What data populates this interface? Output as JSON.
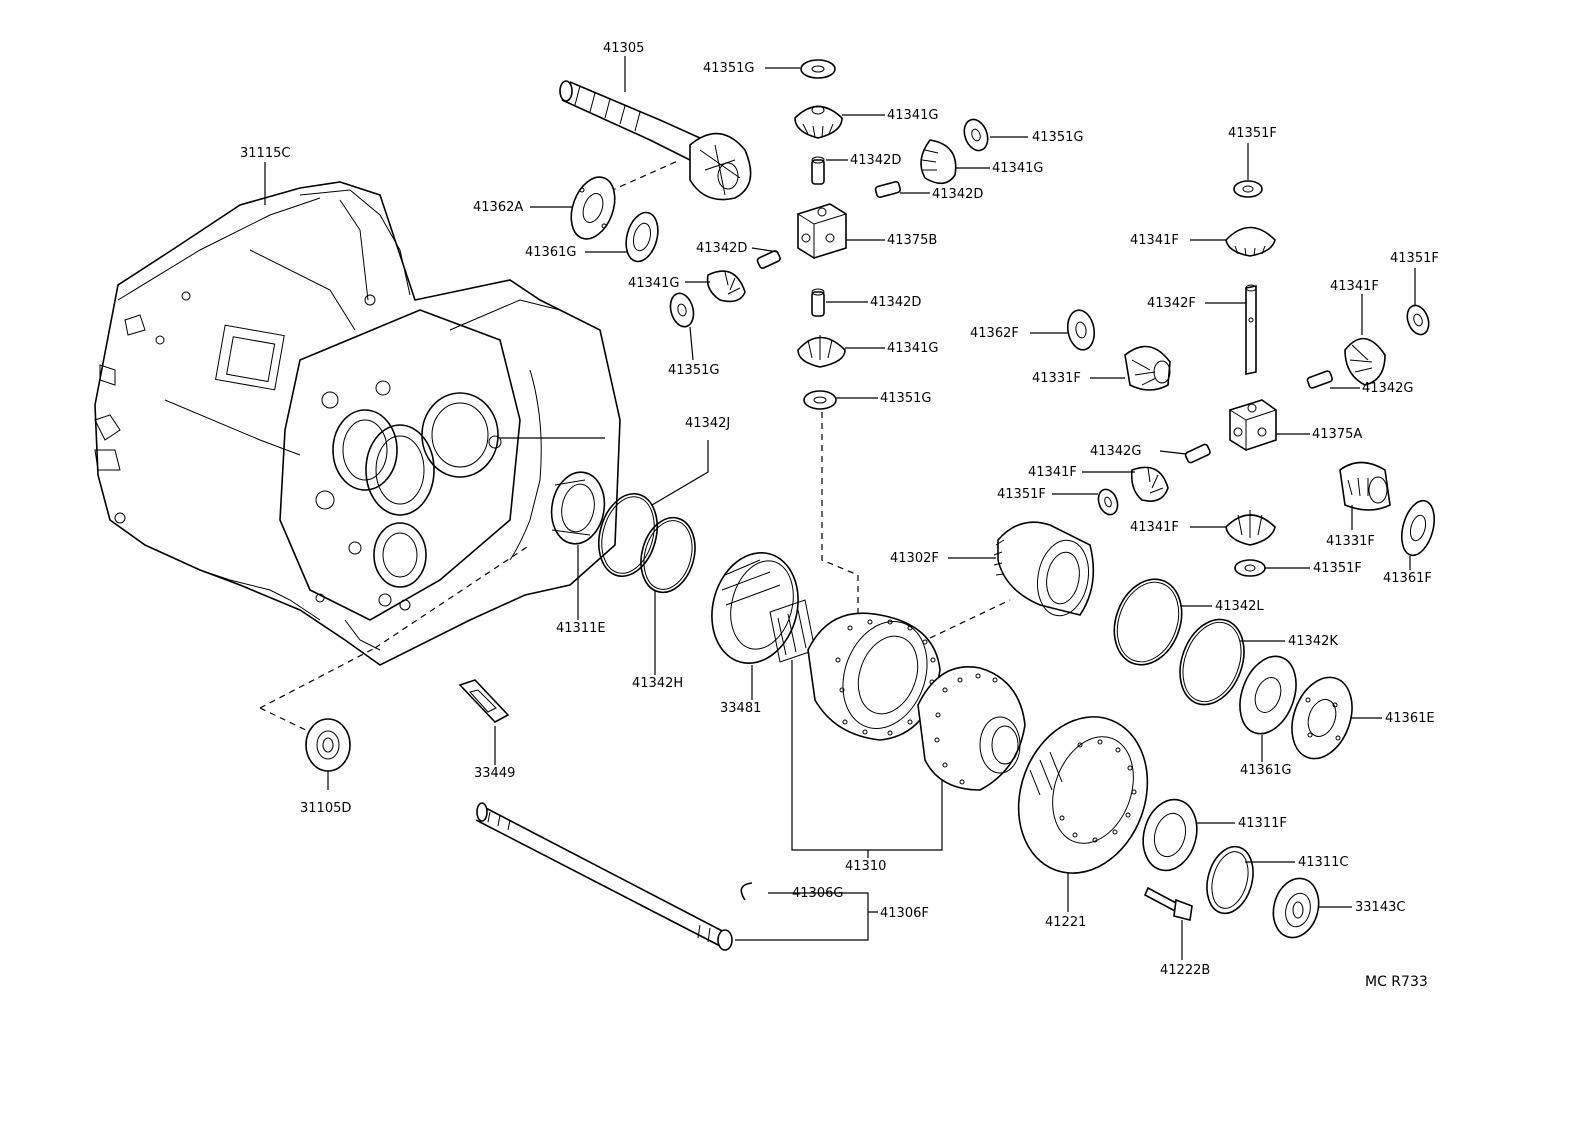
{
  "labels": {
    "l_41305": "41305",
    "l_41351G_a": "41351G",
    "l_41341G_a": "41341G",
    "l_41351G_b": "41351G",
    "l_41342D_a": "41342D",
    "l_41341G_b": "41341G",
    "l_41342D_b": "41342D",
    "l_31115C": "31115C",
    "l_41362A": "41362A",
    "l_41361G_a": "41361G",
    "l_41375B": "41375B",
    "l_41342D_c": "41342D",
    "l_41341G_c": "41341G",
    "l_41342D_d": "41342D",
    "l_41341G_d": "41341G",
    "l_41351G_c": "41351G",
    "l_41351G_d": "41351G",
    "l_41351F_a": "41351F",
    "l_41341F_a": "41341F",
    "l_41351F_b": "41351F",
    "l_41342F": "41342F",
    "l_41341F_b": "41341F",
    "l_41362F": "41362F",
    "l_41331F_a": "41331F",
    "l_41342G_a": "41342G",
    "l_41375A": "41375A",
    "l_41342J": "41342J",
    "l_41342G_b": "41342G",
    "l_41341F_c": "41341F",
    "l_41351F_c": "41351F",
    "l_41302F": "41302F",
    "l_41341F_d": "41341F",
    "l_41331F_b": "41331F",
    "l_41351F_d": "41351F",
    "l_41361F": "41361F",
    "l_41311E": "41311E",
    "l_41342H": "41342H",
    "l_33481": "33481",
    "l_41342L": "41342L",
    "l_41342K": "41342K",
    "l_41361E": "41361E",
    "l_41361G_b": "41361G",
    "l_31105D": "31105D",
    "l_33449": "33449",
    "l_41310": "41310",
    "l_41311F": "41311F",
    "l_41311C": "41311C",
    "l_41306G": "41306G",
    "l_41306F": "41306F",
    "l_41221": "41221",
    "l_41222B": "41222B",
    "l_33143C": "33143C",
    "l_ref": "MC R733"
  }
}
